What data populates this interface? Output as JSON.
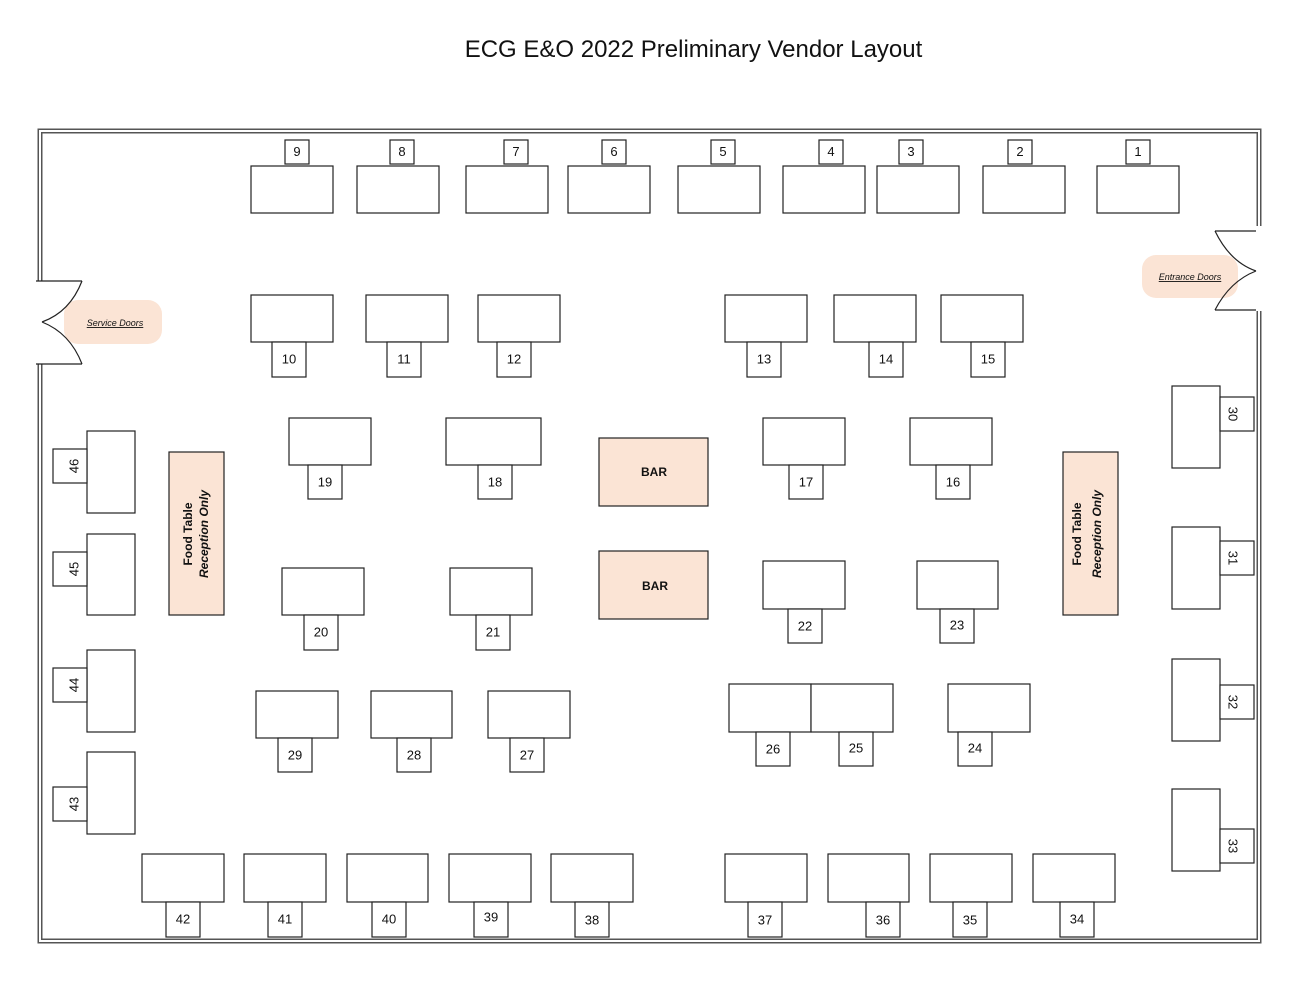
{
  "title": "ECG E&O 2022 Preliminary Vendor Layout",
  "doors": {
    "service": "Service Doors",
    "entrance": "Entrance Doors"
  },
  "bars": [
    "BAR",
    "BAR"
  ],
  "food_tables": [
    {
      "line1": "Food Table",
      "line2": "Reception Only"
    },
    {
      "line1": "Food Table",
      "line2": "Reception Only"
    }
  ],
  "booths": [
    {
      "n": "1"
    },
    {
      "n": "2"
    },
    {
      "n": "3"
    },
    {
      "n": "4"
    },
    {
      "n": "5"
    },
    {
      "n": "6"
    },
    {
      "n": "7"
    },
    {
      "n": "8"
    },
    {
      "n": "9"
    },
    {
      "n": "10"
    },
    {
      "n": "11"
    },
    {
      "n": "12"
    },
    {
      "n": "13"
    },
    {
      "n": "14"
    },
    {
      "n": "15"
    },
    {
      "n": "16"
    },
    {
      "n": "17"
    },
    {
      "n": "18"
    },
    {
      "n": "19"
    },
    {
      "n": "20"
    },
    {
      "n": "21"
    },
    {
      "n": "22"
    },
    {
      "n": "23"
    },
    {
      "n": "24"
    },
    {
      "n": "25"
    },
    {
      "n": "26"
    },
    {
      "n": "27"
    },
    {
      "n": "28"
    },
    {
      "n": "29"
    },
    {
      "n": "30"
    },
    {
      "n": "31"
    },
    {
      "n": "32"
    },
    {
      "n": "33"
    },
    {
      "n": "34"
    },
    {
      "n": "35"
    },
    {
      "n": "36"
    },
    {
      "n": "37"
    },
    {
      "n": "38"
    },
    {
      "n": "39"
    },
    {
      "n": "40"
    },
    {
      "n": "41"
    },
    {
      "n": "42"
    },
    {
      "n": "43"
    },
    {
      "n": "44"
    },
    {
      "n": "45"
    },
    {
      "n": "46"
    }
  ],
  "colors": {
    "highlight": "#fbe4d5",
    "wall": "#555555",
    "outline": "#222222"
  }
}
